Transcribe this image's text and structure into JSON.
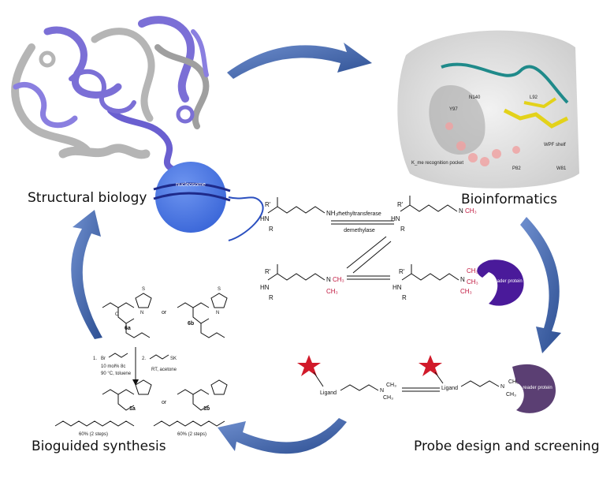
{
  "labels": {
    "structural_biology": "Structural biology",
    "bioinformatics": "Bioinformatics",
    "bioguided_synthesis": "Bioguided synthesis",
    "probe_design": "Probe design and screening"
  },
  "nucleosome": {
    "label": "nucleosome"
  },
  "reactions": {
    "methyltransferase": "methyltransferase",
    "demethylase": "demethylase",
    "reader_protein": "reader protein",
    "reader_protein_2": "reader protein"
  },
  "bioinformatics_panel": {
    "residues": [
      "N140",
      "Y97",
      "L92",
      "P82",
      "W81"
    ],
    "kme_pocket": "K_me recognition pocket",
    "wpf_shelf": "WPF shelf"
  },
  "probe": {
    "ligand_left": "Ligand",
    "ligand_right": "Ligand"
  },
  "synthesis": {
    "cmpd_6a": "6a",
    "cmpd_6b": "6b",
    "or_top": "or",
    "step1_reagent": "1.",
    "step1_a": "10 mol% 8c",
    "step1_b": "90 °C, toluene",
    "step2_reagent": "2.",
    "step2_a": "RT, acetone",
    "cmpd_1a": "1a",
    "cmpd_1b": "1b",
    "or_bottom": "or",
    "yield_a": "60% (2 steps)",
    "yield_b": "60% (2 steps)",
    "sk": "SK"
  },
  "colors": {
    "arrow": "#3c63a8",
    "protein_purple": "#7b6fd6",
    "protein_gray": "#b5b5b5",
    "nucleosome": "#4a78e3",
    "reader_protein": "#4a1a9a",
    "reader_protein_2": "#5b3f73",
    "star": "#d11a2a",
    "methyl_red": "#c0143c"
  }
}
